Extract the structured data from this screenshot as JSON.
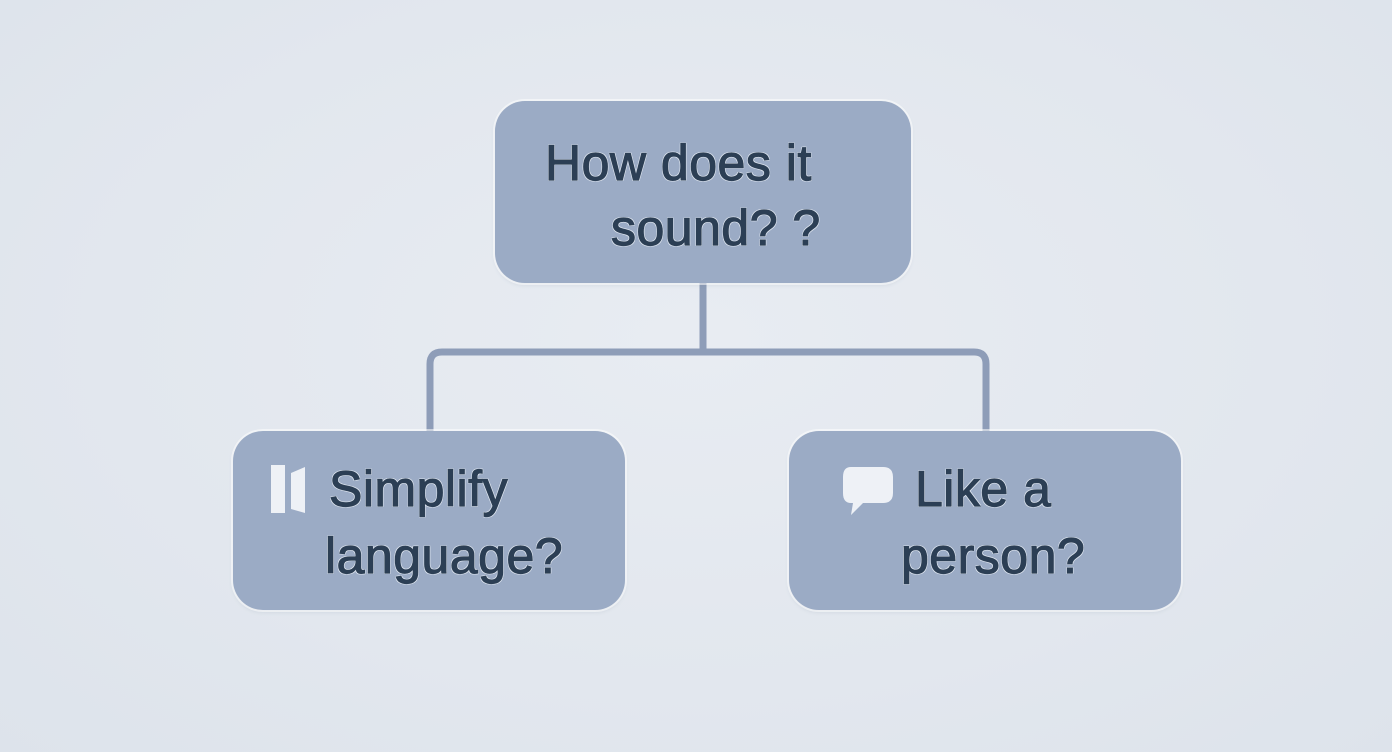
{
  "diagram": {
    "type": "tree",
    "colors": {
      "background": "#e4e9f0",
      "node_fill": "#9babc5",
      "connector": "#8e9db8",
      "text": "#2c3f55",
      "icon_fill": "#eef1f6"
    },
    "root": {
      "line1": "How does it",
      "line2": "sound? ?"
    },
    "children": [
      {
        "icon": "door-icon",
        "line1": "Simplify",
        "line2": "language?"
      },
      {
        "icon": "speech-bubble-icon",
        "line1": "Like a",
        "line2": "person?"
      }
    ]
  }
}
